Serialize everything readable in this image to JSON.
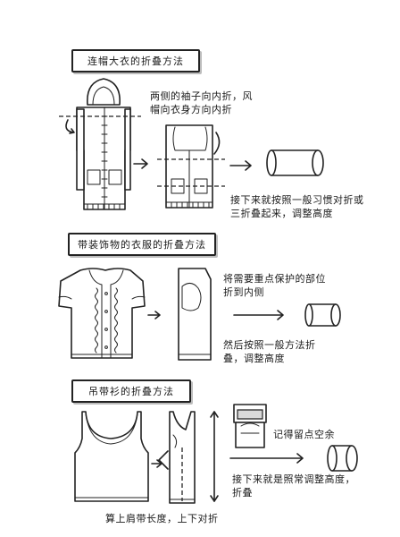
{
  "sections": {
    "hooded_coat": {
      "title": "连帽大衣的折叠方法",
      "note_1": "两侧的袖子向内折，风帽向衣身方向内折",
      "note_2": "接下来就按照一般习惯对折或三折叠起来，调整高度"
    },
    "decorated_top": {
      "title": "带装饰物的衣服的折叠方法",
      "note_1": "将需要重点保护的部位折到内侧",
      "note_2": "然后按照一般方法折叠，调整高度"
    },
    "camisole": {
      "title": "吊带衫的折叠方法",
      "note_1": "记得留点空余",
      "note_2": "接下来就是照常调整高度，折叠",
      "note_3": "算上肩带长度，上下对折"
    }
  },
  "icons": [
    "hooded-coat-icon",
    "folded-coat-icon",
    "rolled-bundle-icon",
    "blouse-icon",
    "folded-blouse-icon",
    "camisole-icon",
    "folded-camisole-icon",
    "arrow-icon"
  ]
}
